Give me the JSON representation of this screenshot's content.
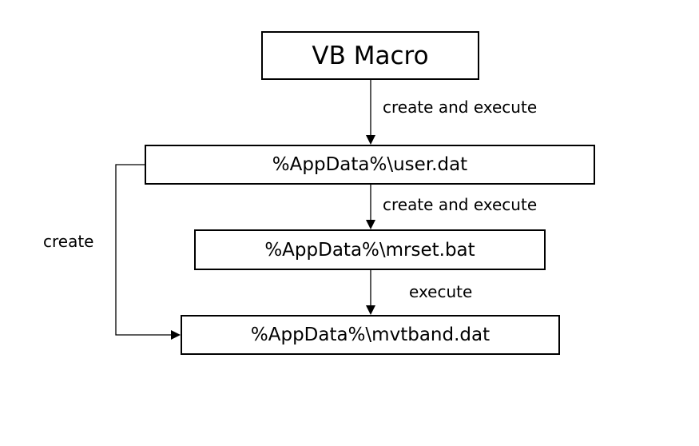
{
  "boxes": {
    "vb_macro": "VB Macro",
    "user_dat": "%AppData%\\user.dat",
    "mrset_bat": "%AppData%\\mrset.bat",
    "mvtband_dat": "%AppData%\\mvtband.dat"
  },
  "edges": {
    "macro_to_user": "create and execute",
    "user_to_mrset": "create and execute",
    "mrset_to_mvtband": "execute",
    "user_to_mvtband": "create"
  },
  "colors": {
    "stroke": "#000000",
    "background": "#ffffff"
  }
}
